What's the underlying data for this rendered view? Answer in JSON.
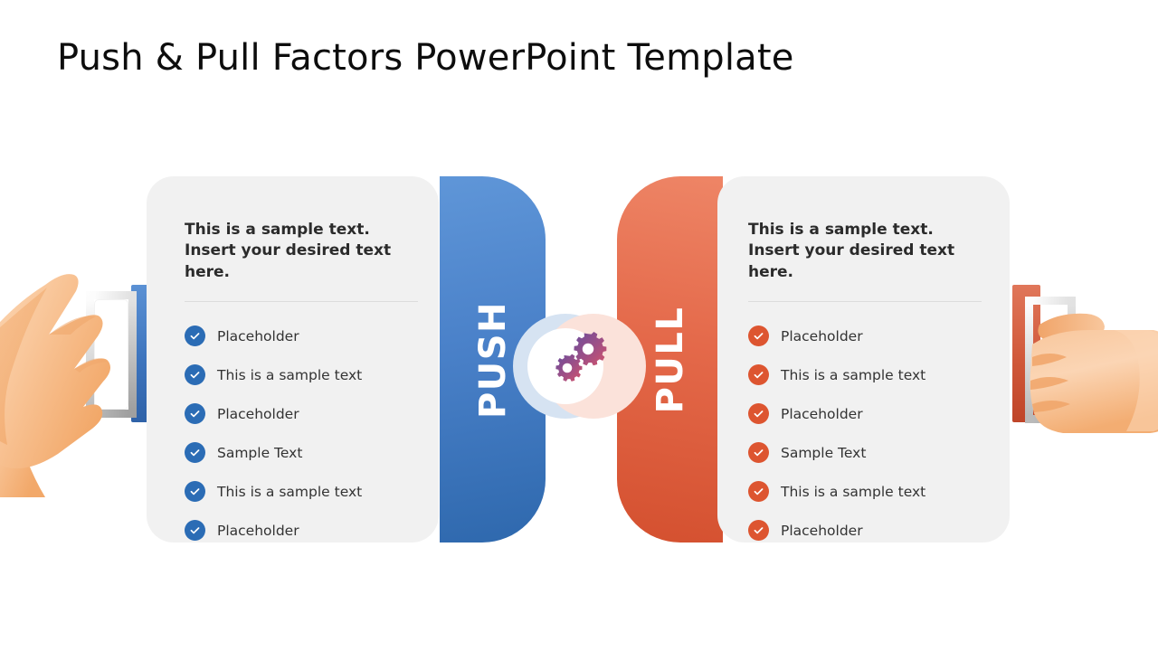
{
  "slide": {
    "title": "Push & Pull Factors PowerPoint Template",
    "background_color": "#ffffff"
  },
  "colors": {
    "push_accent": "#3d74bd",
    "pull_accent": "#d0583a",
    "card_background": "#f1f1f1",
    "push_check": "#2b6cb5",
    "pull_check": "#dd5530",
    "gear_gradient_start": "#6a4e9c",
    "gear_gradient_end": "#d4536a",
    "ring_left": "#d6e3f2",
    "ring_right": "#fbe2da",
    "divider": "#dcdcdc",
    "title_text": "#0d0d0d",
    "body_text": "#333333"
  },
  "center": {
    "push_label": "PUSH",
    "pull_label": "PULL",
    "icon": "gears-icon"
  },
  "left_panel": {
    "side": "push",
    "heading": "This is a sample text. Insert your desired text here.",
    "items": [
      {
        "label": "Placeholder"
      },
      {
        "label": "This is a sample text"
      },
      {
        "label": "Placeholder"
      },
      {
        "label": "Sample Text"
      },
      {
        "label": "This is a sample text"
      },
      {
        "label": "Placeholder"
      }
    ]
  },
  "right_panel": {
    "side": "pull",
    "heading": "This is a sample text. Insert your desired text here.",
    "items": [
      {
        "label": "Placeholder"
      },
      {
        "label": "This is a sample text"
      },
      {
        "label": "Placeholder"
      },
      {
        "label": "Sample Text"
      },
      {
        "label": "This is a sample text"
      },
      {
        "label": "Placeholder"
      }
    ]
  },
  "illustration": {
    "left_hand": "open-hand-pushing-icon",
    "right_hand": "fist-gripping-handle-icon",
    "left_handle": "door-handle-icon",
    "right_handle": "door-handle-icon",
    "left_bar": "door-bar-blue",
    "right_bar": "door-bar-red"
  }
}
